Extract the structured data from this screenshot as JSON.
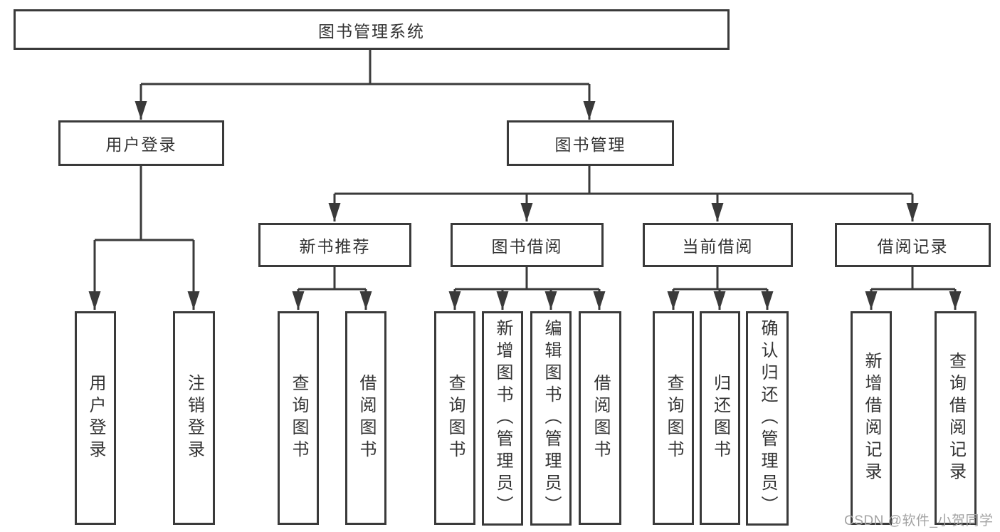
{
  "diagram": {
    "root": {
      "label": "图书管理系统"
    },
    "level1": {
      "user_login": {
        "label": "用户登录"
      },
      "book_management": {
        "label": "图书管理"
      }
    },
    "level2": {
      "new_book_rec": {
        "label": "新书推荐"
      },
      "book_borrow": {
        "label": "图书借阅"
      },
      "current_borrow": {
        "label": "当前借阅"
      },
      "borrow_record": {
        "label": "借阅记录"
      }
    },
    "leaves": {
      "login": [
        "用户登录",
        "注销登录"
      ],
      "new_book": [
        "查询图书",
        "借阅图书"
      ],
      "book_borrow": [
        "查询图书",
        "新增图书（管理员）",
        "编辑图书（管理员）",
        "借阅图书"
      ],
      "current_borrow": [
        "查询图书",
        "归还图书",
        "确认归还（管理员）"
      ],
      "borrow_record": [
        "新增借阅记录",
        "查询借阅记录"
      ]
    }
  },
  "watermark": "CSDN @软件_小贺同学",
  "colors": {
    "line": "#3a3a3a",
    "box_border": "#3a3a3a",
    "box_fill": "#ffffff",
    "text": "#333333",
    "watermark": "#a3a3a3",
    "background": "#ffffff"
  }
}
